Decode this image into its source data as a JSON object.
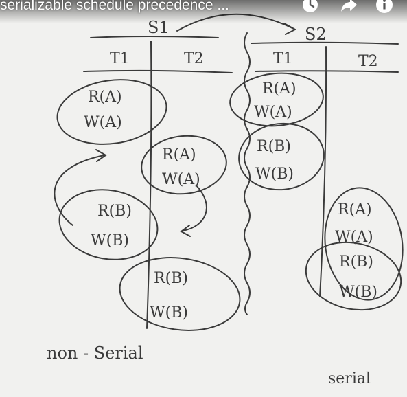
{
  "video": {
    "title": "serializable schedule precedence ..."
  },
  "board": {
    "s1_label": "S1",
    "s2_label": "S2",
    "s1_t1": "T1",
    "s1_t2": "T2",
    "s2_t1": "T1",
    "s2_t2": "T2",
    "s1_ops": {
      "t1_block1": [
        "R(A)",
        "W(A)"
      ],
      "t2_block1": [
        "R(A)",
        "W(A)"
      ],
      "t1_block2": [
        "R(B)",
        "W(B)"
      ],
      "t2_block2": [
        "R(B)",
        "W(B)"
      ]
    },
    "s2_ops": {
      "t1_block": [
        "R(A)",
        "W(A)",
        "R(B)",
        "W(B)"
      ],
      "t2_block": [
        "R(A)",
        "W(A)",
        "R(B)",
        "W(B)"
      ]
    },
    "s1_caption": "non - Serial",
    "s2_caption": "serial"
  },
  "colors": {
    "ink": "#3a3a3a",
    "board": "#f1f1ef",
    "overlay_text": "#ffffff"
  },
  "icons": [
    "watch-later-icon",
    "share-icon",
    "info-icon"
  ]
}
